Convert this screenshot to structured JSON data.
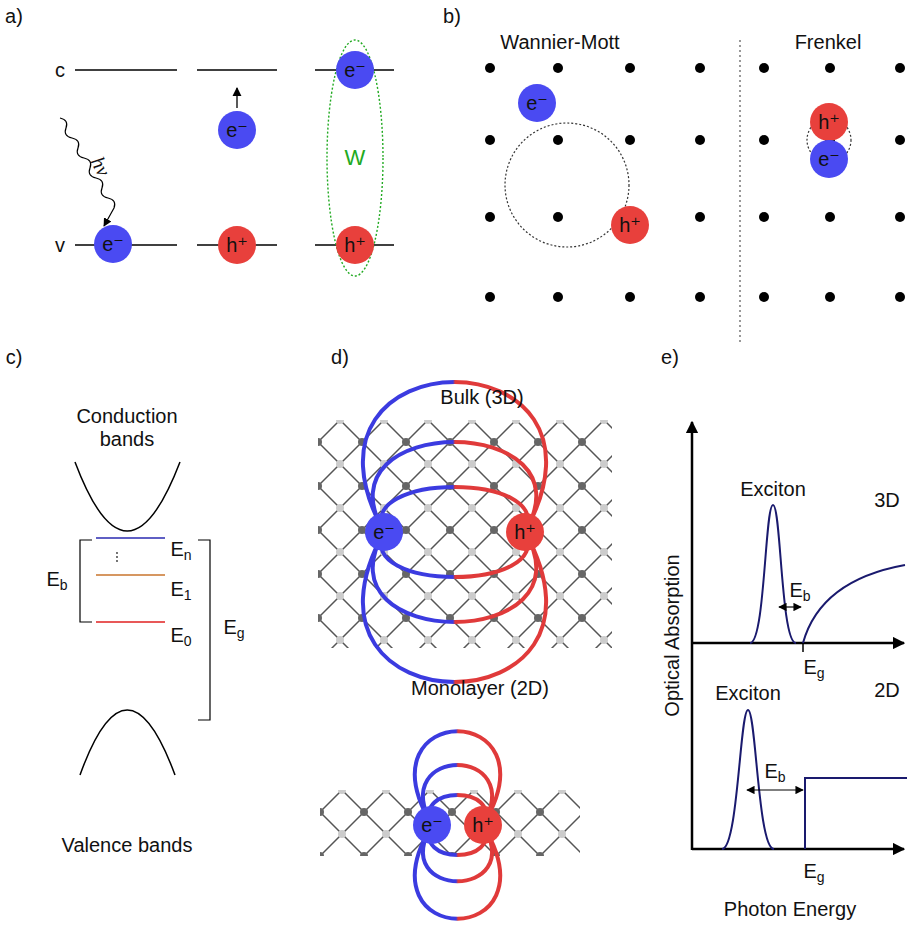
{
  "diagram": {
    "nodes": [
      {
        "text": [
          "e⁻"
        ]
      },
      {
        "text": [
          "e⁻"
        ]
      },
      {
        "text": [
          "h⁺"
        ]
      },
      {
        "text": [
          "W"
        ]
      },
      {
        "text": [
          "e⁻"
        ],
        "in": 3
      },
      {
        "text": [
          "h⁺"
        ],
        "in": 3
      },
      {
        "text": [
          "e⁻"
        ]
      },
      {
        "text": [
          "h⁺"
        ]
      },
      {
        "text": [
          "h⁺"
        ]
      },
      {
        "text": [
          "e⁻"
        ]
      },
      {
        "text": [
          "e⁻"
        ]
      },
      {
        "text": [
          "h⁺"
        ]
      },
      {
        "text": [
          "e⁻"
        ]
      },
      {
        "text": [
          "h⁺"
        ]
      }
    ],
    "labels": [
      "a)",
      "c",
      "v",
      "hν",
      "b)",
      "Wannier-Mott",
      "Frenkel",
      "c)",
      "Conduction bands",
      "Eb",
      "En",
      "E1",
      "E0",
      "Eg",
      "Valence bands",
      "d)",
      "Bulk (3D)",
      "Monolayer (2D)",
      "e)",
      "Optical Absorption",
      "Exciton",
      "Eb",
      "Eg",
      "3D",
      "2D",
      "Exciton",
      "Eb",
      "Eg",
      "Photon Energy"
    ]
  }
}
